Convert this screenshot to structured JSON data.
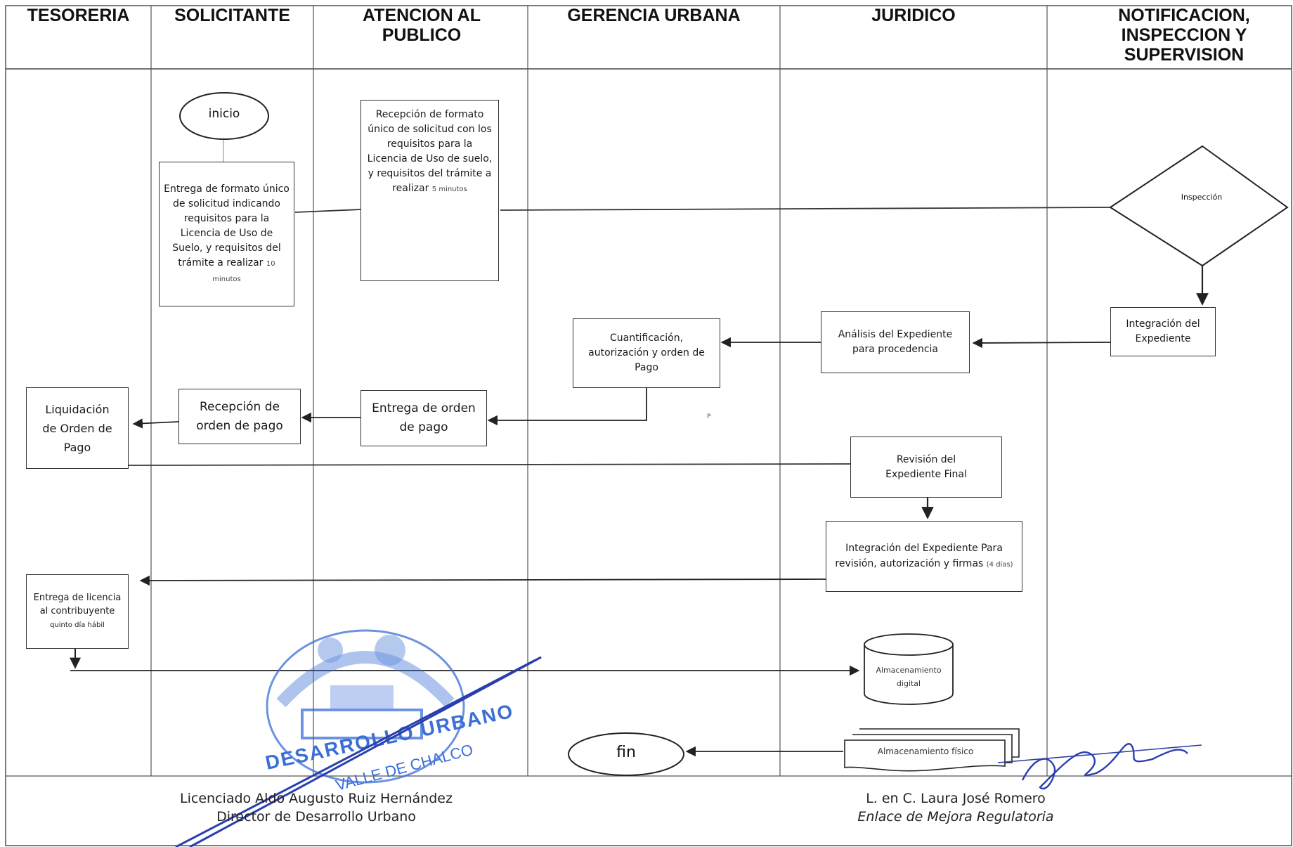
{
  "lanes": {
    "tesoreria": "TESORERIA",
    "solicitante": "SOLICITANTE",
    "atencion": "ATENCION AL PUBLICO",
    "gerencia": "GERENCIA URBANA",
    "juridico": "JURIDICO",
    "notificacion": "NOTIFICACION, INSPECCION Y SUPERVISION"
  },
  "nodes": {
    "inicio": "inicio",
    "entrega_formato": "Entrega de formato único de solicitud indicando requisitos para la Licencia de Uso de Suelo, y requisitos del trámite a realizar",
    "entrega_formato_time": "10 minutos",
    "recepcion_formato": "Recepción de formato único de solicitud con los requisitos para la Licencia de Uso de suelo, y requisitos del trámite a realizar",
    "recepcion_formato_time": "5 minutos",
    "inspeccion": "Inspección",
    "integracion": "Integración del Expediente",
    "analisis": "Análisis del Expediente para procedencia",
    "cuantificacion": "Cuantificación, autorización y orden de Pago",
    "entrega_orden": "Entrega de orden de pago",
    "recepcion_orden": "Recepción de orden de pago",
    "liquidacion": "Liquidación de Orden de Pago",
    "revision_final": "Revisión del Expediente Final",
    "integracion_revision": "Integración del Expediente Para revisión, autorización y firmas",
    "integracion_revision_time": "(4 días)",
    "entrega_licencia": "Entrega de licencia al contribuyente",
    "entrega_licencia_time": "quinto día hábil",
    "almacenamiento_digital": "Almacenamiento digital",
    "almacenamiento_fisico": "Almacenamiento físico",
    "fin": "fin",
    "stray_mark": "P"
  },
  "signatures": {
    "left_name": "Licenciado Aldo Augusto Ruiz Hernández",
    "left_role": "Director de Desarrollo Urbano",
    "right_name": "L. en C. Laura José Romero",
    "right_role": "Enlace de Mejora Regulatoria"
  },
  "stamp": {
    "text": "DESARROLLO URBANO VALLE DE CHALCO",
    "color": "#3b6fd6"
  },
  "colors": {
    "line": "#333333",
    "stamp_blue": "#3b6fd6",
    "signature_blue": "#2a3fae"
  }
}
